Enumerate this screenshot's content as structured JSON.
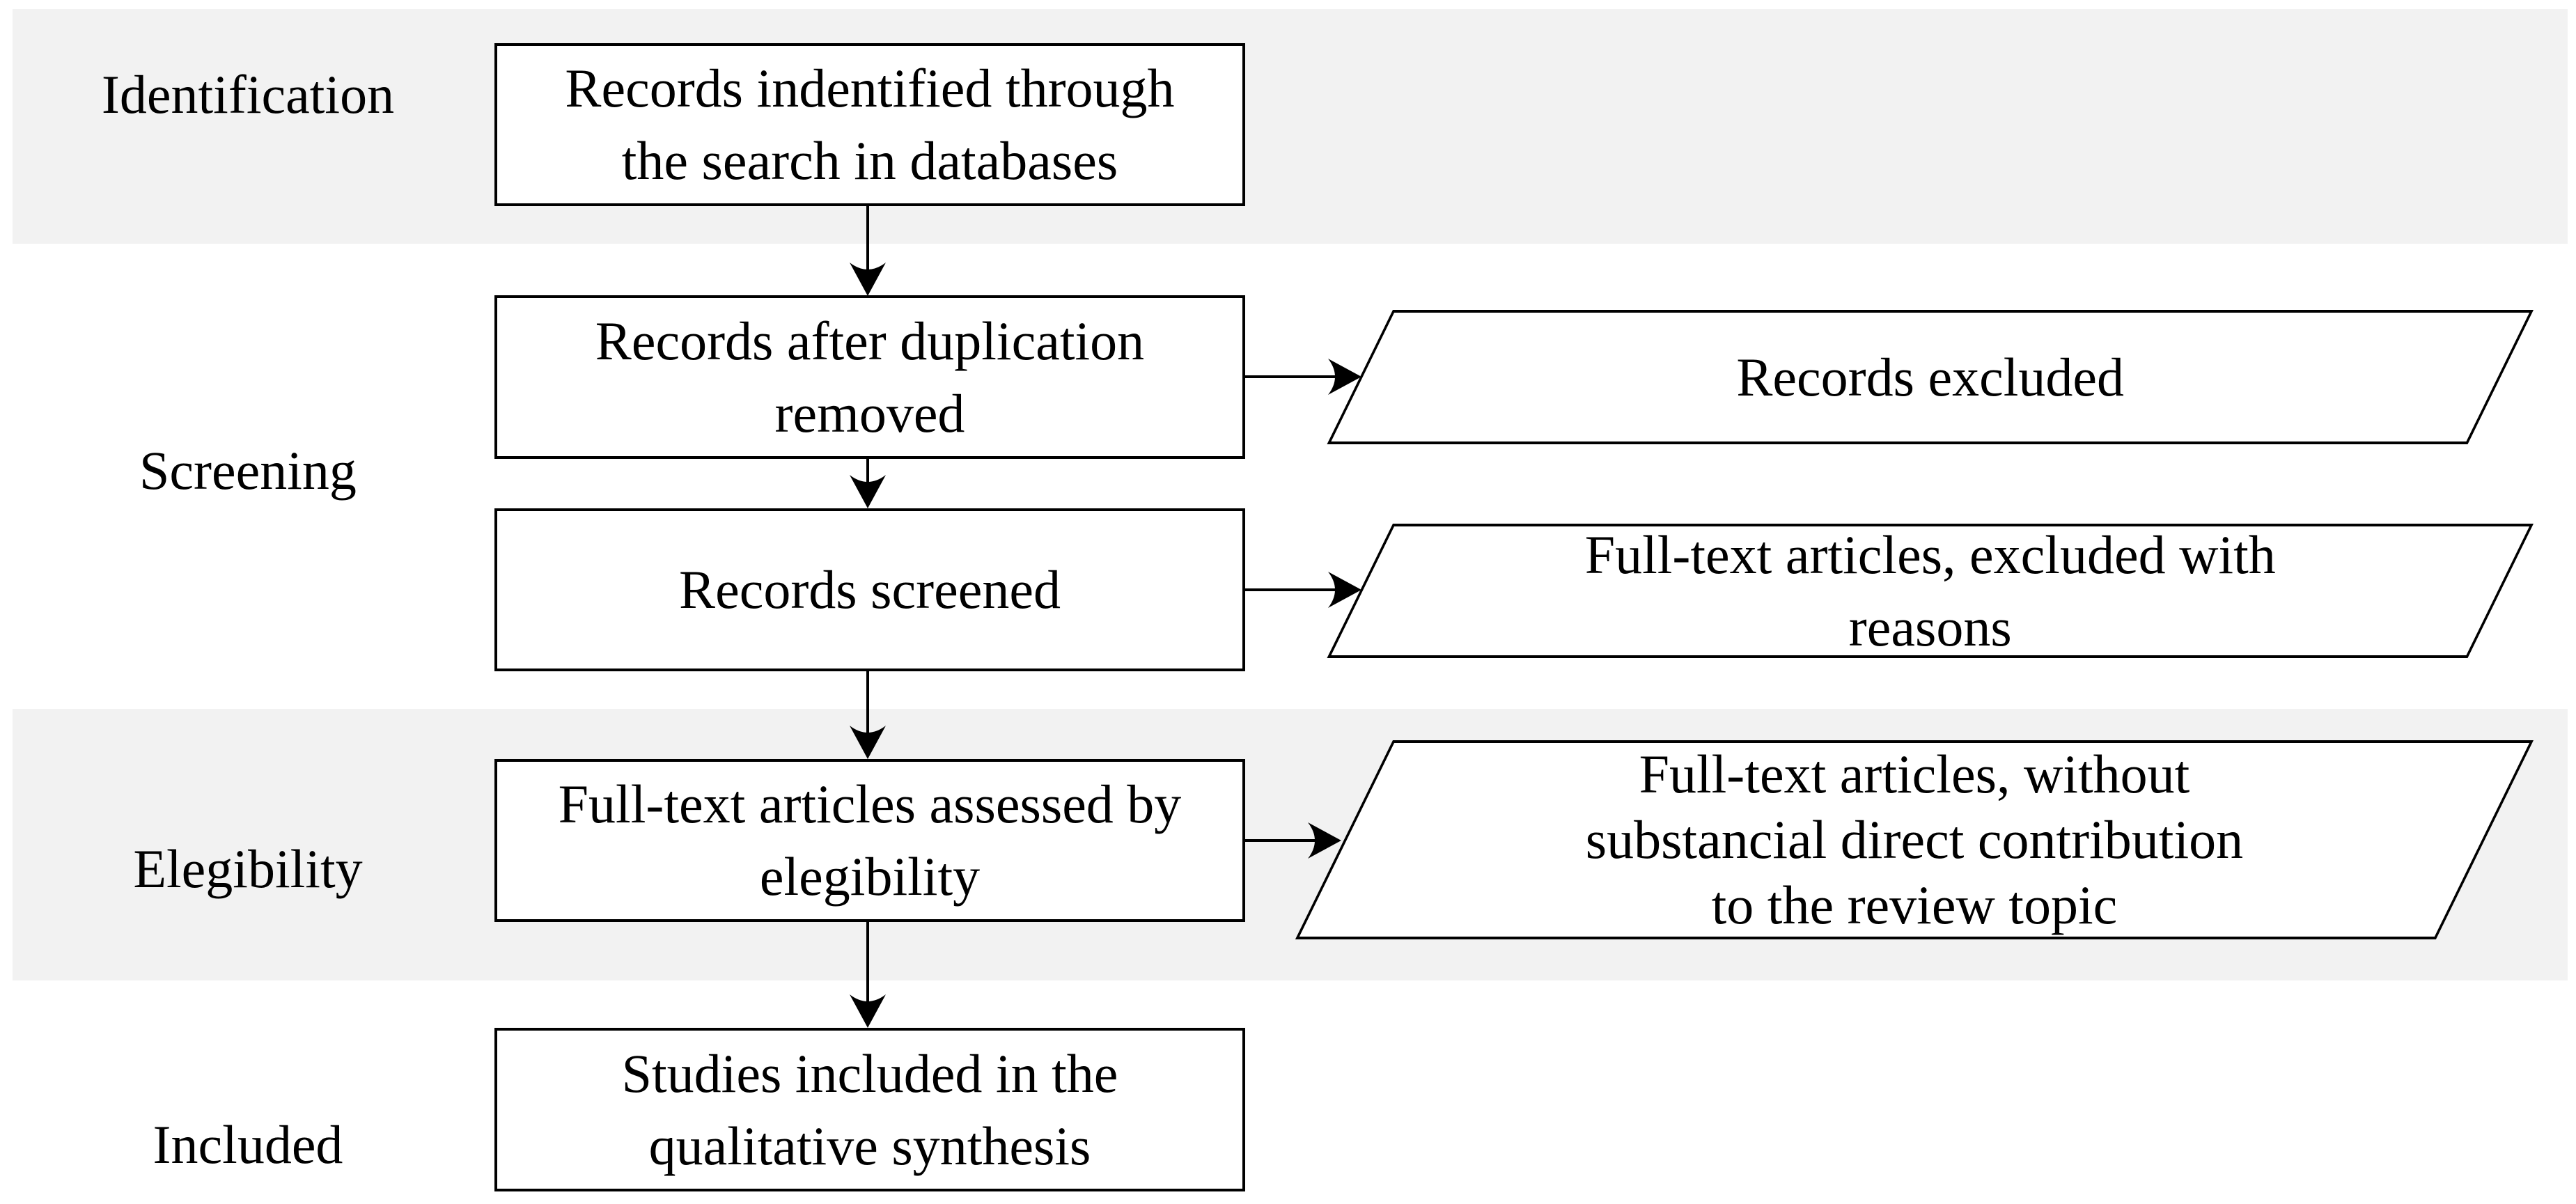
{
  "diagram": {
    "type": "prisma-flowchart",
    "stage_labels": {
      "identification": "Identification",
      "screening": "Screening",
      "elegibility": "Elegibility",
      "included": "Included"
    },
    "process_boxes": {
      "identified": {
        "line1": "Records indentified through",
        "line2": "the search in databases"
      },
      "deduplicated": {
        "line1": "Records after duplication",
        "line2": "removed"
      },
      "screened": {
        "line1": "Records screened"
      },
      "assessed": {
        "line1": "Full-text articles assessed by",
        "line2": "elegibility"
      },
      "included": {
        "line1": "Studies included in the",
        "line2": "qualitative synthesis"
      }
    },
    "exclusion_boxes": {
      "records_excluded": {
        "line1": "Records excluded"
      },
      "fulltext_excluded": {
        "line1": "Full-text articles, excluded with",
        "line2": "reasons"
      },
      "fulltext_without_contribution": {
        "line1": "Full-text articles, without",
        "line2": "substancial direct contribution",
        "line3": "to the review topic"
      }
    },
    "colors": {
      "band_background": "#f2f2f2",
      "node_fill": "#ffffff",
      "stroke": "#000000"
    }
  }
}
